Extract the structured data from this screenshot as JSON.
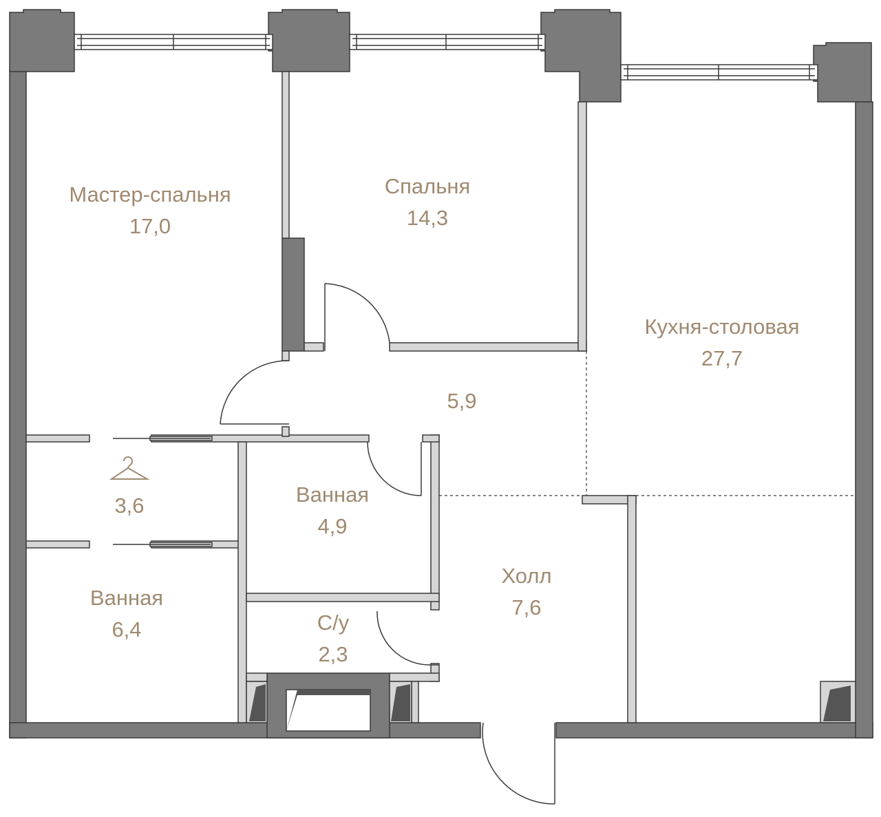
{
  "colors": {
    "wall_dark": "#7b7b7b",
    "wall_light": "#d6d6d6",
    "label": "#a08a70",
    "outline": "#3a3a3a"
  },
  "rooms": {
    "master_bedroom": {
      "name": "Мастер-спальня",
      "area": "17,0"
    },
    "bedroom": {
      "name": "Спальня",
      "area": "14,3"
    },
    "kitchen": {
      "name": "Кухня-столовая",
      "area": "27,7"
    },
    "corridor": {
      "name": "",
      "area": "5,9"
    },
    "wardrobe": {
      "name": "",
      "area": "3,6",
      "icon": "hanger-icon"
    },
    "bathroom_center": {
      "name": "Ванная",
      "area": "4,9"
    },
    "bathroom_left": {
      "name": "Ванная",
      "area": "6,4"
    },
    "wc": {
      "name": "С/у",
      "area": "2,3"
    },
    "hall": {
      "name": "Холл",
      "area": "7,6"
    }
  }
}
